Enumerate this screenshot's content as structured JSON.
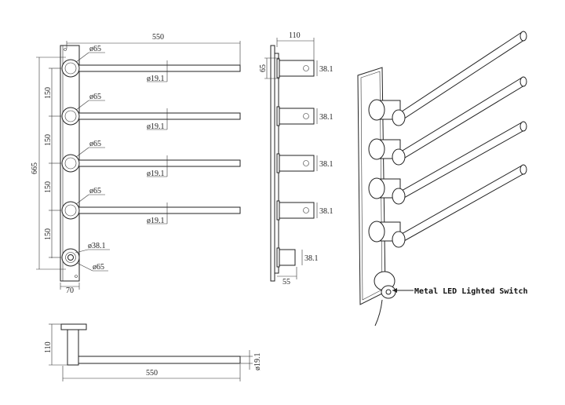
{
  "front_view": {
    "width_label": "550",
    "height_label": "665",
    "spacing_labels": [
      "150",
      "150",
      "150",
      "150"
    ],
    "plate_width_label": "70",
    "knob_labels": [
      "ø65",
      "ø65",
      "ø65",
      "ø65"
    ],
    "bar_labels": [
      "ø19.1",
      "ø19.1",
      "ø19.1",
      "ø19.1"
    ],
    "switch_inner_label": "ø38.1",
    "switch_outer_label": "ø65"
  },
  "side_view": {
    "depth_label": "110",
    "knob_height_label": "65",
    "arm_labels": [
      "38.1",
      "38.1",
      "38.1",
      "38.1"
    ],
    "switch_label": "38.1",
    "switch_depth_label": "55"
  },
  "top_view": {
    "depth_label": "110",
    "length_label": "550",
    "bar_label": "ø19.1"
  },
  "perspective_view": {
    "callout": "Metal LED Lighted Switch"
  }
}
